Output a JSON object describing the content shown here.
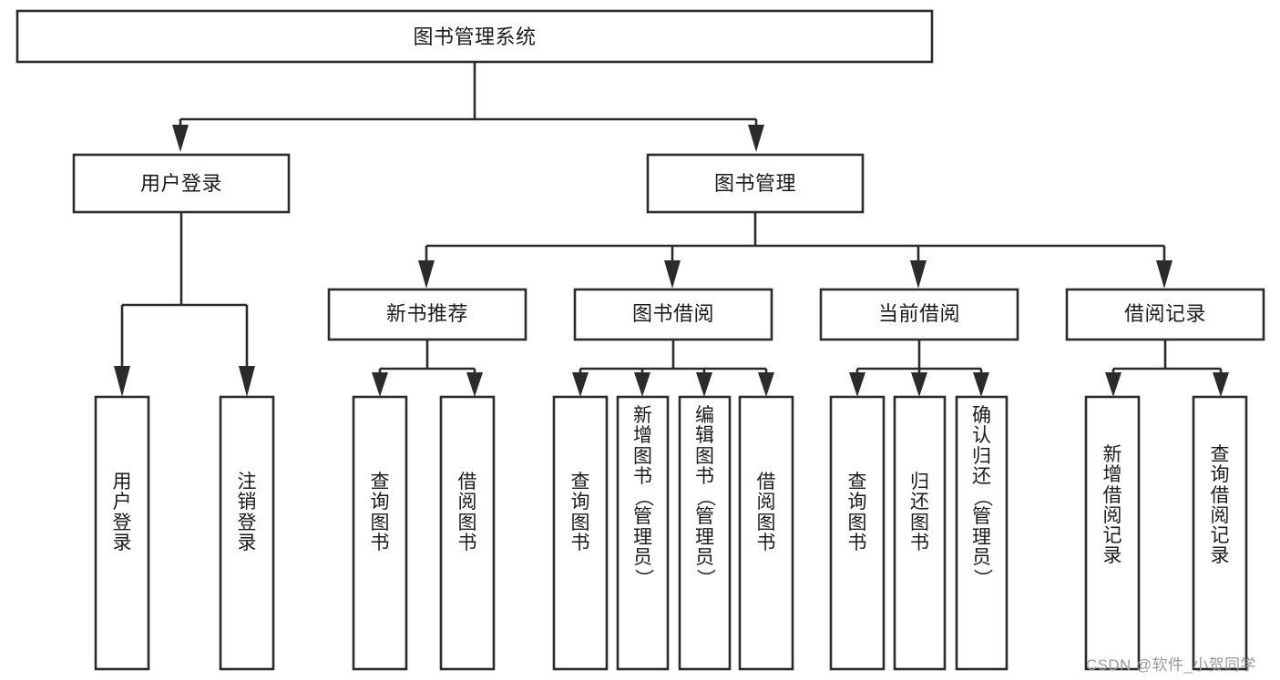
{
  "diagram": {
    "title": "图书管理系统",
    "type": "tree-hierarchy",
    "watermark": "CSDN @软件_小贺同学",
    "colors": {
      "stroke": "#2b2b2b",
      "fill": "#ffffff",
      "text": "#1b1b1b",
      "watermark": "#9a9a9a"
    },
    "root": {
      "label": "图书管理系统"
    },
    "level2": [
      {
        "id": "user-login",
        "label": "用户登录"
      },
      {
        "id": "book-management",
        "label": "图书管理"
      }
    ],
    "level3": [
      {
        "id": "new-book-recommend",
        "label": "新书推荐",
        "parent": "book-management"
      },
      {
        "id": "book-borrow",
        "label": "图书借阅",
        "parent": "book-management"
      },
      {
        "id": "current-borrow",
        "label": "当前借阅",
        "parent": "book-management"
      },
      {
        "id": "borrow-record",
        "label": "借阅记录",
        "parent": "book-management"
      }
    ],
    "leaves": [
      {
        "id": "leaf-user-login",
        "parent": "user-login",
        "label": "用户登录"
      },
      {
        "id": "leaf-user-logout",
        "parent": "user-login",
        "label": "注销登录"
      },
      {
        "id": "leaf-query-book-1",
        "parent": "new-book-recommend",
        "label": "查询图书"
      },
      {
        "id": "leaf-borrow-book-1",
        "parent": "new-book-recommend",
        "label": "借阅图书"
      },
      {
        "id": "leaf-query-book-2",
        "parent": "book-borrow",
        "label": "查询图书"
      },
      {
        "id": "leaf-add-book",
        "parent": "book-borrow",
        "label": "新增图书（管理员）"
      },
      {
        "id": "leaf-edit-book",
        "parent": "book-borrow",
        "label": "编辑图书（管理员）"
      },
      {
        "id": "leaf-borrow-book-2",
        "parent": "book-borrow",
        "label": "借阅图书"
      },
      {
        "id": "leaf-query-book-3",
        "parent": "current-borrow",
        "label": "查询图书"
      },
      {
        "id": "leaf-return-book",
        "parent": "current-borrow",
        "label": "归还图书"
      },
      {
        "id": "leaf-confirm-return",
        "parent": "current-borrow",
        "label": "确认归还（管理员）"
      },
      {
        "id": "leaf-add-record",
        "parent": "borrow-record",
        "label": "新增借阅记录"
      },
      {
        "id": "leaf-query-record",
        "parent": "borrow-record",
        "label": "查询借阅记录"
      }
    ]
  }
}
